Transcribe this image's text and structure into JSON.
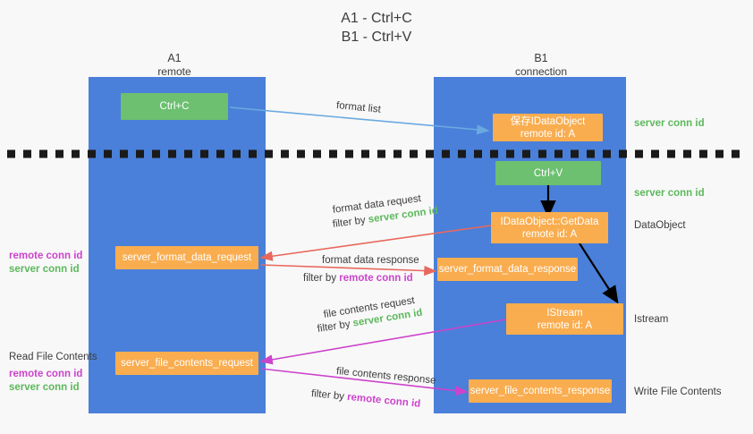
{
  "title": {
    "line1": "A1 - Ctrl+C",
    "line2": "B1 - Ctrl+V"
  },
  "colors": {
    "lane": "#4a80d9",
    "green_node": "#6cc070",
    "orange_node": "#f9ad4f",
    "server_conn_id": "#5cb85c",
    "remote_conn_id": "#cc44cc",
    "arrow_blue": "#6aa9e0",
    "arrow_red": "#e8685d",
    "arrow_magenta": "#cc44cc",
    "arrow_black": "#000000",
    "background": "#f8f8f8",
    "text": "#3c3c3c"
  },
  "lanes": [
    {
      "name": "A1",
      "sub": "remote"
    },
    {
      "name": "B1",
      "sub": "connection"
    }
  ],
  "nodes": {
    "ctrl_c": "Ctrl+C",
    "ctrl_v": "Ctrl+V",
    "save_idataobject_l1": "保存IDataObject",
    "save_idataobject_l2": "remote id: A",
    "getdata_l1": "IDataObject::GetData",
    "getdata_l2": "remote id: A",
    "istream_l1": "IStream",
    "istream_l2": "remote id: A",
    "server_format_data_request": "server_format_data_request",
    "server_format_data_response": "server_format_data_response",
    "server_file_contents_request": "server_file_contents_request",
    "server_file_contents_response": "server_file_contents_response"
  },
  "edge_labels": {
    "format_list": "format list",
    "format_data_request": "format data request",
    "format_data_request_filter_prefix": "filter by ",
    "format_data_request_filter_key": "server conn id",
    "format_data_response": "format data response",
    "format_data_response_filter_prefix": "filter by ",
    "format_data_response_filter_key": "remote conn id",
    "file_contents_request": "file contents request",
    "file_contents_request_filter_prefix": "filter by ",
    "file_contents_request_filter_key": "server conn id",
    "file_contents_response": "file contents response",
    "file_contents_response_filter_prefix": "filter by ",
    "file_contents_response_filter_key": "remote conn id"
  },
  "right_annotations": [
    {
      "text": "server conn id",
      "kind": "server"
    },
    {
      "text": "server conn id",
      "kind": "server"
    },
    {
      "text": "DataObject",
      "kind": "plain"
    },
    {
      "text": "Istream",
      "kind": "plain"
    },
    {
      "text": "Write File Contents",
      "kind": "plain"
    }
  ],
  "left_annotations": {
    "group1_remote": "remote conn id",
    "group1_server": "server conn id",
    "read_file_contents": "Read File Contents",
    "group2_remote": "remote conn id",
    "group2_server": "server conn id"
  }
}
